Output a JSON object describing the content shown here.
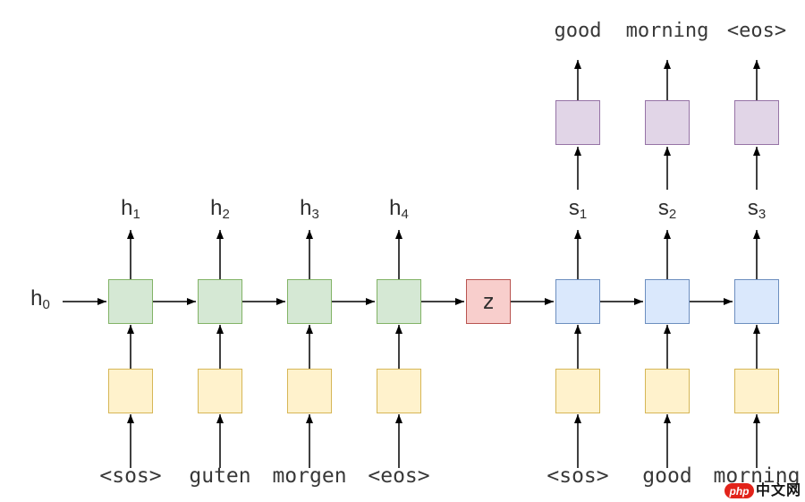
{
  "diagram": {
    "context_label": "z",
    "encoder": {
      "initial_hidden": {
        "base": "h",
        "sub": "0"
      },
      "hidden_states": [
        {
          "base": "h",
          "sub": "1"
        },
        {
          "base": "h",
          "sub": "2"
        },
        {
          "base": "h",
          "sub": "3"
        },
        {
          "base": "h",
          "sub": "4"
        }
      ],
      "input_tokens": [
        "<sos>",
        "guten",
        "morgen",
        "<eos>"
      ]
    },
    "decoder": {
      "hidden_states": [
        {
          "base": "s",
          "sub": "1"
        },
        {
          "base": "s",
          "sub": "2"
        },
        {
          "base": "s",
          "sub": "3"
        }
      ],
      "input_tokens": [
        "<sos>",
        "good",
        "morning"
      ],
      "output_tokens": [
        "good",
        "morning",
        "<eos>"
      ]
    },
    "colors": {
      "encoder_cell_fill": "#d5e8d4",
      "encoder_cell_border": "#82b366",
      "embedding_fill": "#fff2cc",
      "embedding_border": "#d6b656",
      "context_fill": "#f8cecc",
      "context_border": "#b85450",
      "decoder_cell_fill": "#dae8fc",
      "decoder_cell_border": "#6c8ebf",
      "output_fill": "#e1d5e7",
      "output_border": "#9673a6",
      "arrow": "#000000"
    },
    "watermark": {
      "logo": "php",
      "site": "中文网"
    }
  }
}
